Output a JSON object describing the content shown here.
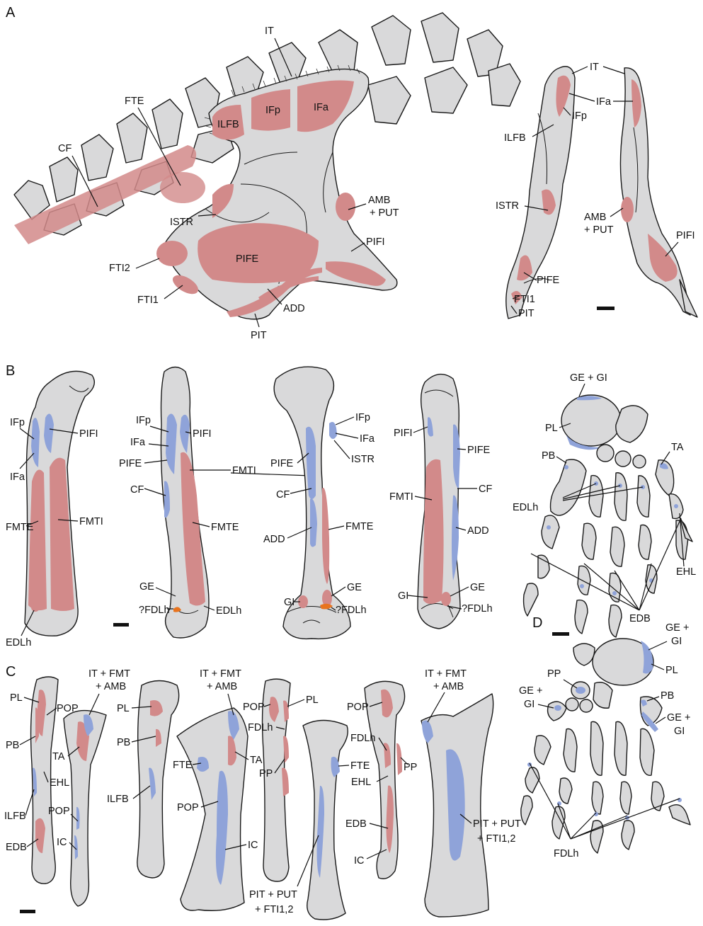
{
  "panels": {
    "a": "A",
    "b": "B",
    "c": "C",
    "d": "D"
  },
  "panel_a": {
    "pelvis_lateral": {
      "it": "IT",
      "fte": "FTE",
      "cf": "CF",
      "ilfb": "ILFB",
      "ifp": "IFp",
      "ifa": "IFa",
      "istr": "ISTR",
      "amb": "AMB",
      "amb2": "+ PUT",
      "pifi": "PIFI",
      "pife": "PIFE",
      "fti2": "FTI2",
      "fti1": "FTI1",
      "add": "ADD",
      "pit": "PIT"
    },
    "pelvis_dorsal": {
      "it": "IT",
      "ifa": "IFa",
      "ifp": "IFp",
      "ilfb": "ILFB",
      "istr": "ISTR",
      "amb": "AMB",
      "amb2": "+ PUT",
      "pifi": "PIFI",
      "pife": "PIFE",
      "fti1": "FTI1",
      "pit": "PIT"
    }
  },
  "panel_b": {
    "femur1": {
      "ifp": "IFp",
      "ifa": "IFa",
      "pifi": "PIFI",
      "fmte": "FMTE",
      "fmti": "FMTI",
      "edlh": "EDLh"
    },
    "femur2": {
      "ifp": "IFp",
      "ifa": "IFa",
      "pife": "PIFE",
      "cf": "CF",
      "pifi": "PIFI",
      "fmti": "FMTI",
      "fmte": "FMTE",
      "ge": "GE",
      "fdlh": "?FDLh",
      "edlh": "EDLh"
    },
    "femur3": {
      "pife": "PIFE",
      "cf": "CF",
      "add": "ADD",
      "gi": "GI",
      "ifp": "IFp",
      "ifa": "IFa",
      "istr": "ISTR",
      "fmte": "FMTE",
      "ge": "GE",
      "fdlh": "?FDLh"
    },
    "femur4": {
      "pifi": "PIFI",
      "fmti": "FMTI",
      "gi": "GI",
      "pife": "PIFE",
      "cf": "CF",
      "add": "ADD",
      "ge": "GE",
      "fdlh": "?FDLh"
    },
    "foot": {
      "gegi": "GE + GI",
      "pl": "PL",
      "pb": "PB",
      "ta": "TA",
      "edlh": "EDLh",
      "ehl": "EHL",
      "edb": "EDB"
    }
  },
  "panel_c": {
    "pair1": {
      "pl": "PL",
      "pb": "PB",
      "ilfb": "ILFB",
      "edb": "EDB",
      "pop": "POP",
      "ta": "TA",
      "ehl": "EHL",
      "pop2": "POP",
      "ic": "IC",
      "itf1": "IT + FMT",
      "itf2": "+ AMB"
    },
    "pair2": {
      "pl": "PL",
      "pb": "PB",
      "ilfb": "ILFB",
      "itf1": "IT + FMT",
      "itf2": "+ AMB",
      "fte": "FTE",
      "pop": "POP",
      "ta": "TA",
      "ic": "IC"
    },
    "pair3": {
      "pop": "POP",
      "pl": "PL",
      "fdlh": "FDLh",
      "pp": "PP",
      "fte": "FTE",
      "pit1": "PIT + PUT",
      "pit2": "+ FTI1,2"
    },
    "pair4": {
      "pop": "POP",
      "fdlh": "FDLh",
      "ehl": "EHL",
      "pp": "PP",
      "edb": "EDB",
      "ic": "IC",
      "itf1": "IT + FMT",
      "itf2": "+ AMB",
      "pit1": "PIT + PUT",
      "pit2": "+ FTI1,2"
    }
  },
  "panel_d": {
    "gegi1": "GE +",
    "gegi2": "GI",
    "pl": "PL",
    "pp": "PP",
    "gegi3": "GE +",
    "gegi4": "GI",
    "pb": "PB",
    "gegi5": "GE +",
    "gegi6": "GI",
    "fdlh": "FDLh"
  },
  "colors": {
    "bone": "#d9d9da",
    "origin": "#d28a8a",
    "insertion": "#8fa3d9",
    "uncertain": "#e8741f"
  }
}
